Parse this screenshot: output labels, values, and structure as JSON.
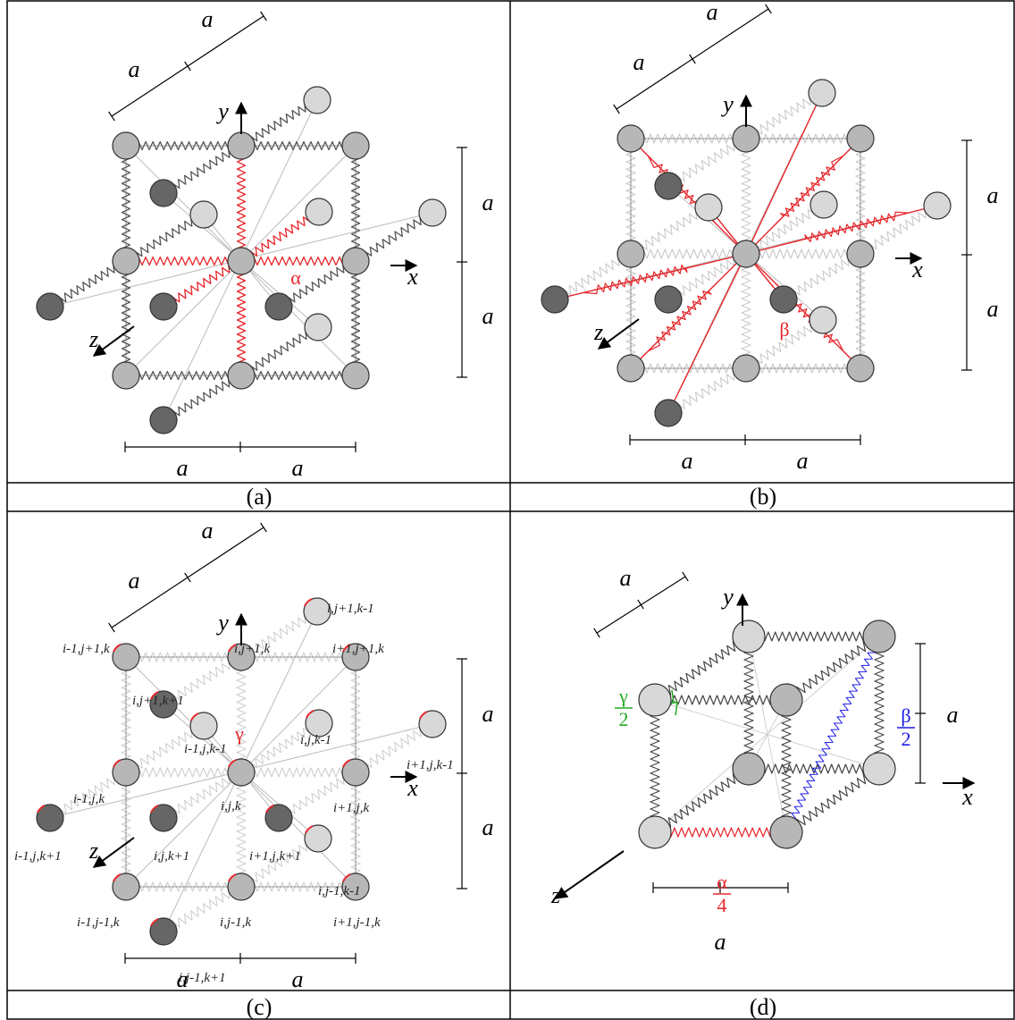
{
  "panels": {
    "a": {
      "caption": "(a)",
      "axes": {
        "x": "x",
        "y": "y",
        "z": "z"
      },
      "dims": {
        "top1": "a",
        "top2": "a",
        "right1": "a",
        "right2": "a",
        "bottom1": "a",
        "bottom2": "a"
      },
      "param": "α"
    },
    "b": {
      "caption": "(b)",
      "axes": {
        "x": "x",
        "y": "y",
        "z": "z"
      },
      "dims": {
        "top1": "a",
        "top2": "a",
        "right1": "a",
        "right2": "a",
        "bottom1": "a",
        "bottom2": "a"
      },
      "param": "β"
    },
    "c": {
      "caption": "(c)",
      "axes": {
        "x": "x",
        "y": "y",
        "z": "z"
      },
      "dims": {
        "top1": "a",
        "top2": "a",
        "right1": "a",
        "right2": "a",
        "bottom1": "a",
        "bottom2": "a"
      },
      "param": "γ",
      "node_labels": [
        "i,j+1,k-1",
        "i-1,j+1,k",
        "i,j+1,k",
        "i+1,j+1,k",
        "i,j+1,k+1",
        "i-1,j,k-1",
        "i,j,k-1",
        "i+1,j,k-1",
        "i-1,j,k",
        "i,j,k",
        "i+1,j,k",
        "i-1,j,k+1",
        "i,j,k+1",
        "i+1,j,k+1",
        "i,j-1,k-1",
        "i-1,j-1,k",
        "i,j-1,k",
        "i+1,j-1,k",
        "i,j-1,k+1"
      ]
    },
    "d": {
      "caption": "(d)",
      "axes": {
        "x": "x",
        "y": "y",
        "z": "z"
      },
      "dims": {
        "top": "a",
        "right": "a",
        "bottom": "a"
      },
      "alpha_num": "α",
      "alpha_den": "4",
      "beta_num": "β",
      "beta_den": "2",
      "gamma_num": "γ",
      "gamma_den": "2"
    }
  },
  "colors": {
    "alpha": "#e8262b",
    "beta": "#1a1ae6",
    "gamma": "#22aa22",
    "node_light": "#d8d8d8",
    "node_mid": "#b7b7b7",
    "node_dark": "#666666"
  }
}
